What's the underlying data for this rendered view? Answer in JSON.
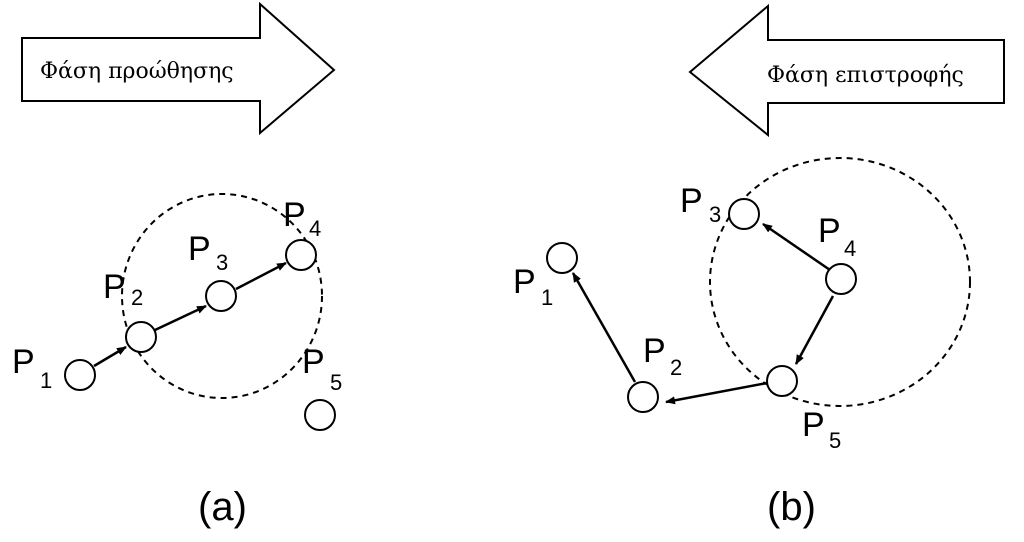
{
  "panel_a": {
    "banner_text": "Φάση προώθησης",
    "caption": "(a)",
    "points": [
      {
        "letter": "P",
        "sub": "1"
      },
      {
        "letter": "P",
        "sub": "2"
      },
      {
        "letter": "P",
        "sub": "3"
      },
      {
        "letter": "P",
        "sub": "4"
      },
      {
        "letter": "P",
        "sub": "5"
      }
    ]
  },
  "panel_b": {
    "banner_text": "Φάση επιστροφής",
    "caption": "(b)",
    "points": [
      {
        "letter": "P",
        "sub": "1"
      },
      {
        "letter": "P",
        "sub": "2"
      },
      {
        "letter": "P",
        "sub": "3"
      },
      {
        "letter": "P",
        "sub": "4"
      },
      {
        "letter": "P",
        "sub": "5"
      }
    ]
  },
  "colors": {
    "stroke": "#000000",
    "background": "#ffffff"
  }
}
